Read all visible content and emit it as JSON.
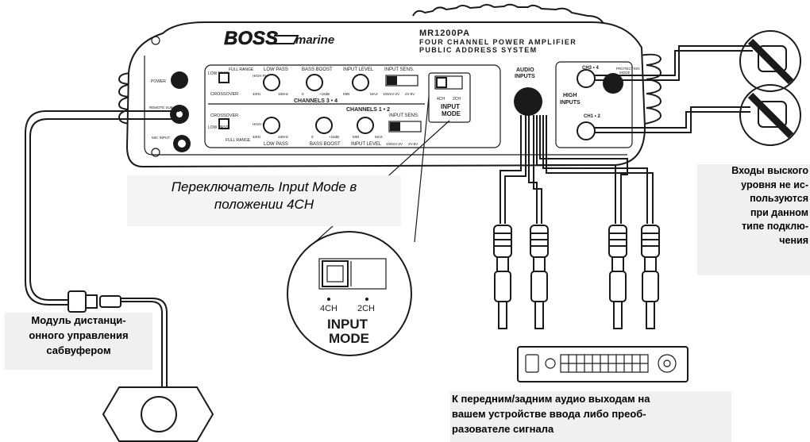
{
  "amplifier": {
    "brand": "BOSS",
    "brand_sub": "marine",
    "model": "MR1200PA",
    "model_line1": "FOUR CHANNEL POWER AMPLIFIER",
    "model_line2": "PUBLIC ADDRESS SYSTEM",
    "left_panel": {
      "power": "POWER",
      "remote": "REMOTE SUB",
      "mic": "MIC INPUT"
    },
    "channels34": {
      "title": "CHANNELS 3 • 4",
      "full_range": "FULL RANGE",
      "low_pass_sw": "LOW PASS",
      "crossover": "CROSSOVER",
      "low_pass": "LOW PASS",
      "high_pass": "HIGH PASS",
      "lp_min": "40Hz",
      "lp_max": "180Hz",
      "bass_boost": "BASS BOOST",
      "bb_min": "0",
      "bb_max": "+18dB",
      "input_level": "INPUT LEVEL",
      "il_min": "MIN",
      "il_max": "MAX",
      "input_sens": "INPUT SENS.",
      "sens_low": "100mV-2V",
      "sens_high": "2V-8V"
    },
    "channels12": {
      "title": "CHANNELS 1 • 2",
      "crossover": "CROSSOVER",
      "low_pass_sw": "LOW PASS",
      "full_range": "FULL RANGE",
      "high_pass": "HIGH PASS",
      "lp_min": "40Hz",
      "lp_max": "180Hz",
      "low_pass": "LOW PASS",
      "bb_min": "0",
      "bb_max": "+18dB",
      "bass_boost": "BASS BOOST",
      "il_min": "MIN",
      "il_max": "MAX",
      "input_level": "INPUT LEVEL",
      "input_sens": "INPUT SENS.",
      "sens_low": "100mV-2V",
      "sens_high": "2V-8V"
    },
    "mode_switch": {
      "pos1": "4CH",
      "pos2": "2CH",
      "title1": "INPUT",
      "title2": "MODE"
    },
    "audio_inputs": {
      "line1": "AUDIO",
      "line2": "INPUTS"
    },
    "high_inputs": {
      "ch34": "CH3 • 4",
      "ch12": "CH1 • 2",
      "title1": "HIGH",
      "title2": "INPUTS",
      "protection1": "PROTECTION",
      "protection2": "MODE"
    }
  },
  "zoom": {
    "pos1": "4CH",
    "pos2": "2CH",
    "title1": "INPUT",
    "title2": "MODE"
  },
  "captions": {
    "input_mode": [
      "Переключатель Input Mode в",
      "положении 4CH"
    ],
    "high_inputs": [
      "Входы выского",
      "уровня не ис-",
      "пользуются",
      "при данном",
      "типе подклю-",
      "чения"
    ],
    "remote": [
      "Модуль дистанци-",
      "онного управления",
      "сабвуфером"
    ],
    "head_unit": [
      "К передним/задним аудио выходам на",
      "вашем устройстве ввода либо преоб-",
      "разователе сигнала"
    ]
  }
}
